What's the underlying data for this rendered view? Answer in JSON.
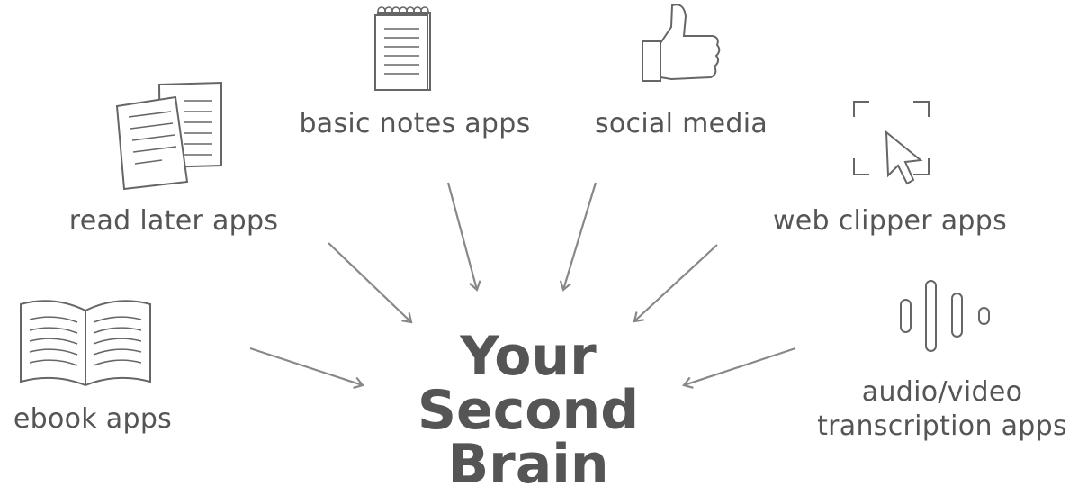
{
  "center": {
    "line1": "Your",
    "line2": "Second",
    "line3": "Brain"
  },
  "sources": {
    "basic_notes": {
      "label": "basic notes apps",
      "icon": "notepad-icon"
    },
    "social_media": {
      "label": "social media",
      "icon": "thumbs-up-icon"
    },
    "read_later": {
      "label": "read later apps",
      "icon": "documents-icon"
    },
    "web_clipper": {
      "label": "web clipper apps",
      "icon": "cursor-select-icon"
    },
    "ebook": {
      "label": "ebook apps",
      "icon": "open-book-icon"
    },
    "audio_video": {
      "label_line1": "audio/video",
      "label_line2": "transcription apps",
      "icon": "audio-wave-icon"
    }
  },
  "colors": {
    "text": "#555555",
    "arrow": "#888888",
    "icon": "#666666"
  }
}
